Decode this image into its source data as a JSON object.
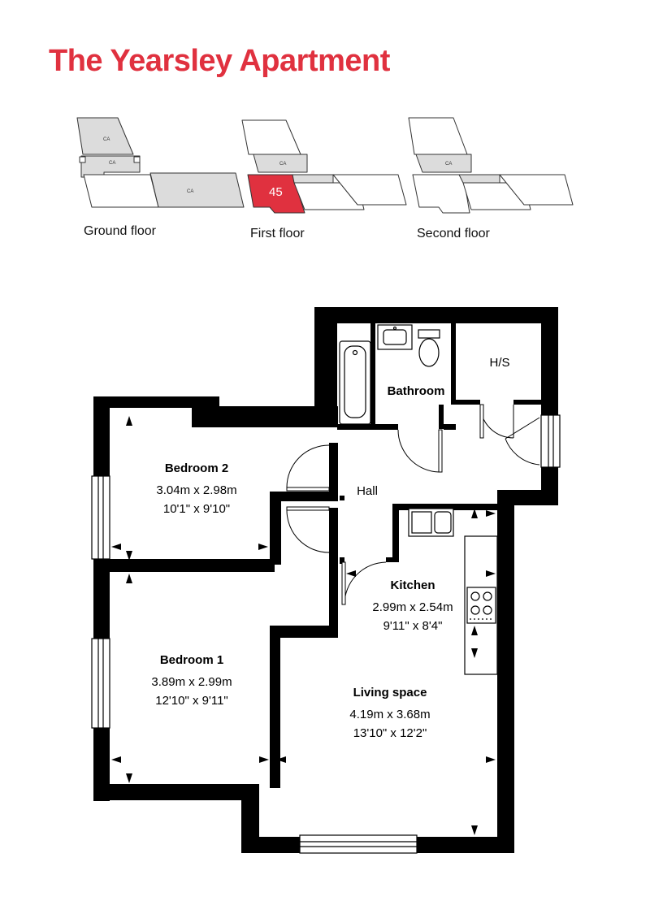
{
  "title": "The Yearsley Apartment",
  "colors": {
    "accent": "#e0313f",
    "wall": "#000000",
    "common_area": "#dcdcdc"
  },
  "key_plans": {
    "ground": {
      "label": "Ground floor",
      "area_codes": [
        "CA",
        "CA",
        "CA"
      ]
    },
    "first": {
      "label": "First floor",
      "unit_number": "45",
      "area_codes": [
        "CA"
      ]
    },
    "second": {
      "label": "Second floor",
      "area_codes": [
        "CA"
      ]
    }
  },
  "rooms": {
    "bathroom": {
      "name": "Bathroom"
    },
    "hs": {
      "name": "H/S"
    },
    "hall": {
      "name": "Hall"
    },
    "bedroom2": {
      "name": "Bedroom 2",
      "metric": "3.04m x 2.98m",
      "imperial": "10'1\" x 9'10\""
    },
    "bedroom1": {
      "name": "Bedroom 1",
      "metric": "3.89m x 2.99m",
      "imperial": "12'10\" x 9'11\""
    },
    "kitchen": {
      "name": "Kitchen",
      "metric": "2.99m x 2.54m",
      "imperial": "9'11\" x 8'4\""
    },
    "living": {
      "name": "Living space",
      "metric": "4.19m x 3.68m",
      "imperial": "13'10\" x 12'2\""
    }
  }
}
